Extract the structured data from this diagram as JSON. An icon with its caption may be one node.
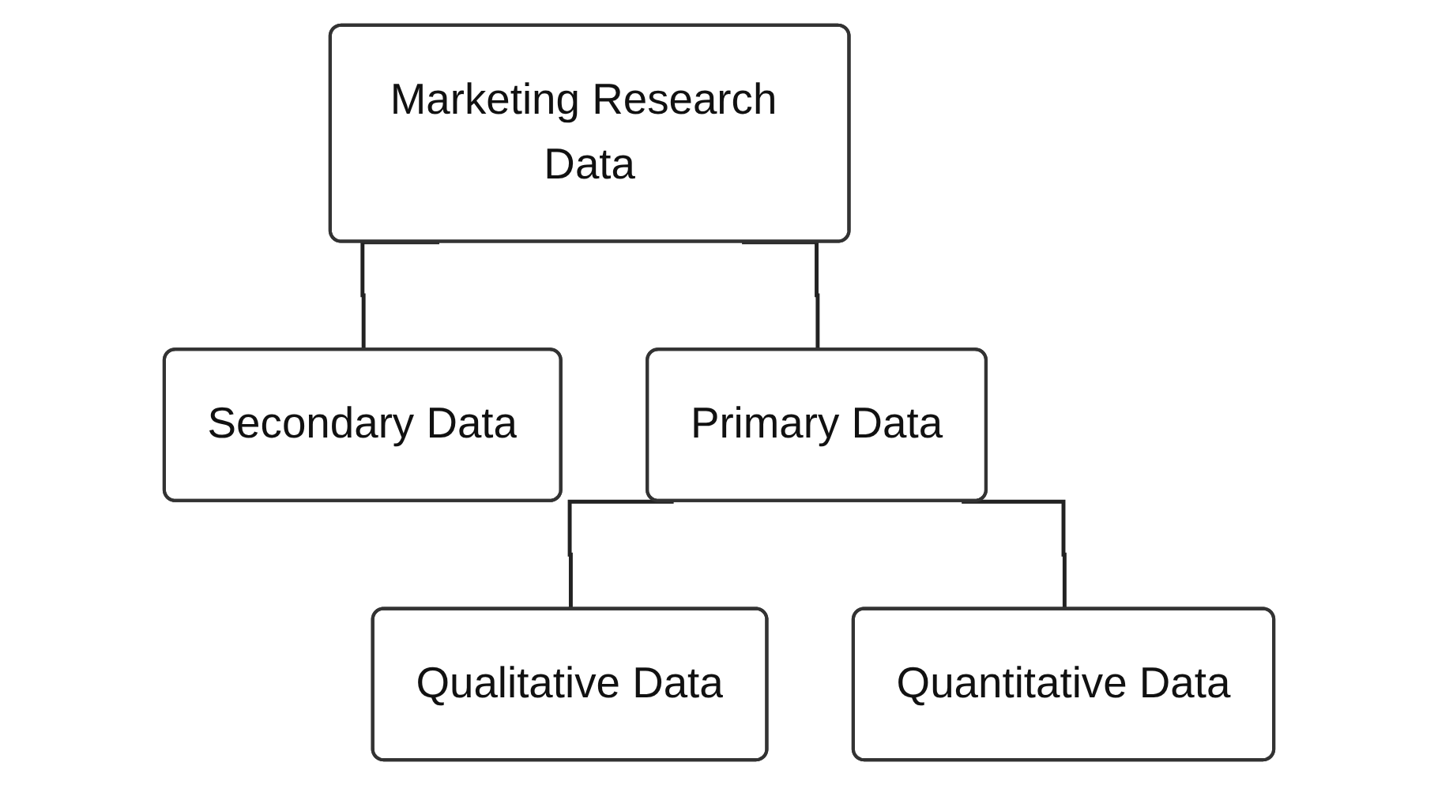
{
  "diagram": {
    "nodes": [
      {
        "text": [
          "Marketing Research Data"
        ]
      },
      {
        "text": [
          "Secondary Data"
        ]
      },
      {
        "text": [
          "Primary Data"
        ]
      },
      {
        "text": [
          "Qualitative Data"
        ]
      },
      {
        "text": [
          "Quantitative Data"
        ]
      }
    ],
    "edges": [
      {
        "from": 0,
        "to": 1,
        "arrow": "none"
      },
      {
        "from": 0,
        "to": 2,
        "arrow": "none"
      },
      {
        "from": 2,
        "to": 3,
        "arrow": "none"
      },
      {
        "from": 2,
        "to": 4,
        "arrow": "none"
      }
    ]
  }
}
